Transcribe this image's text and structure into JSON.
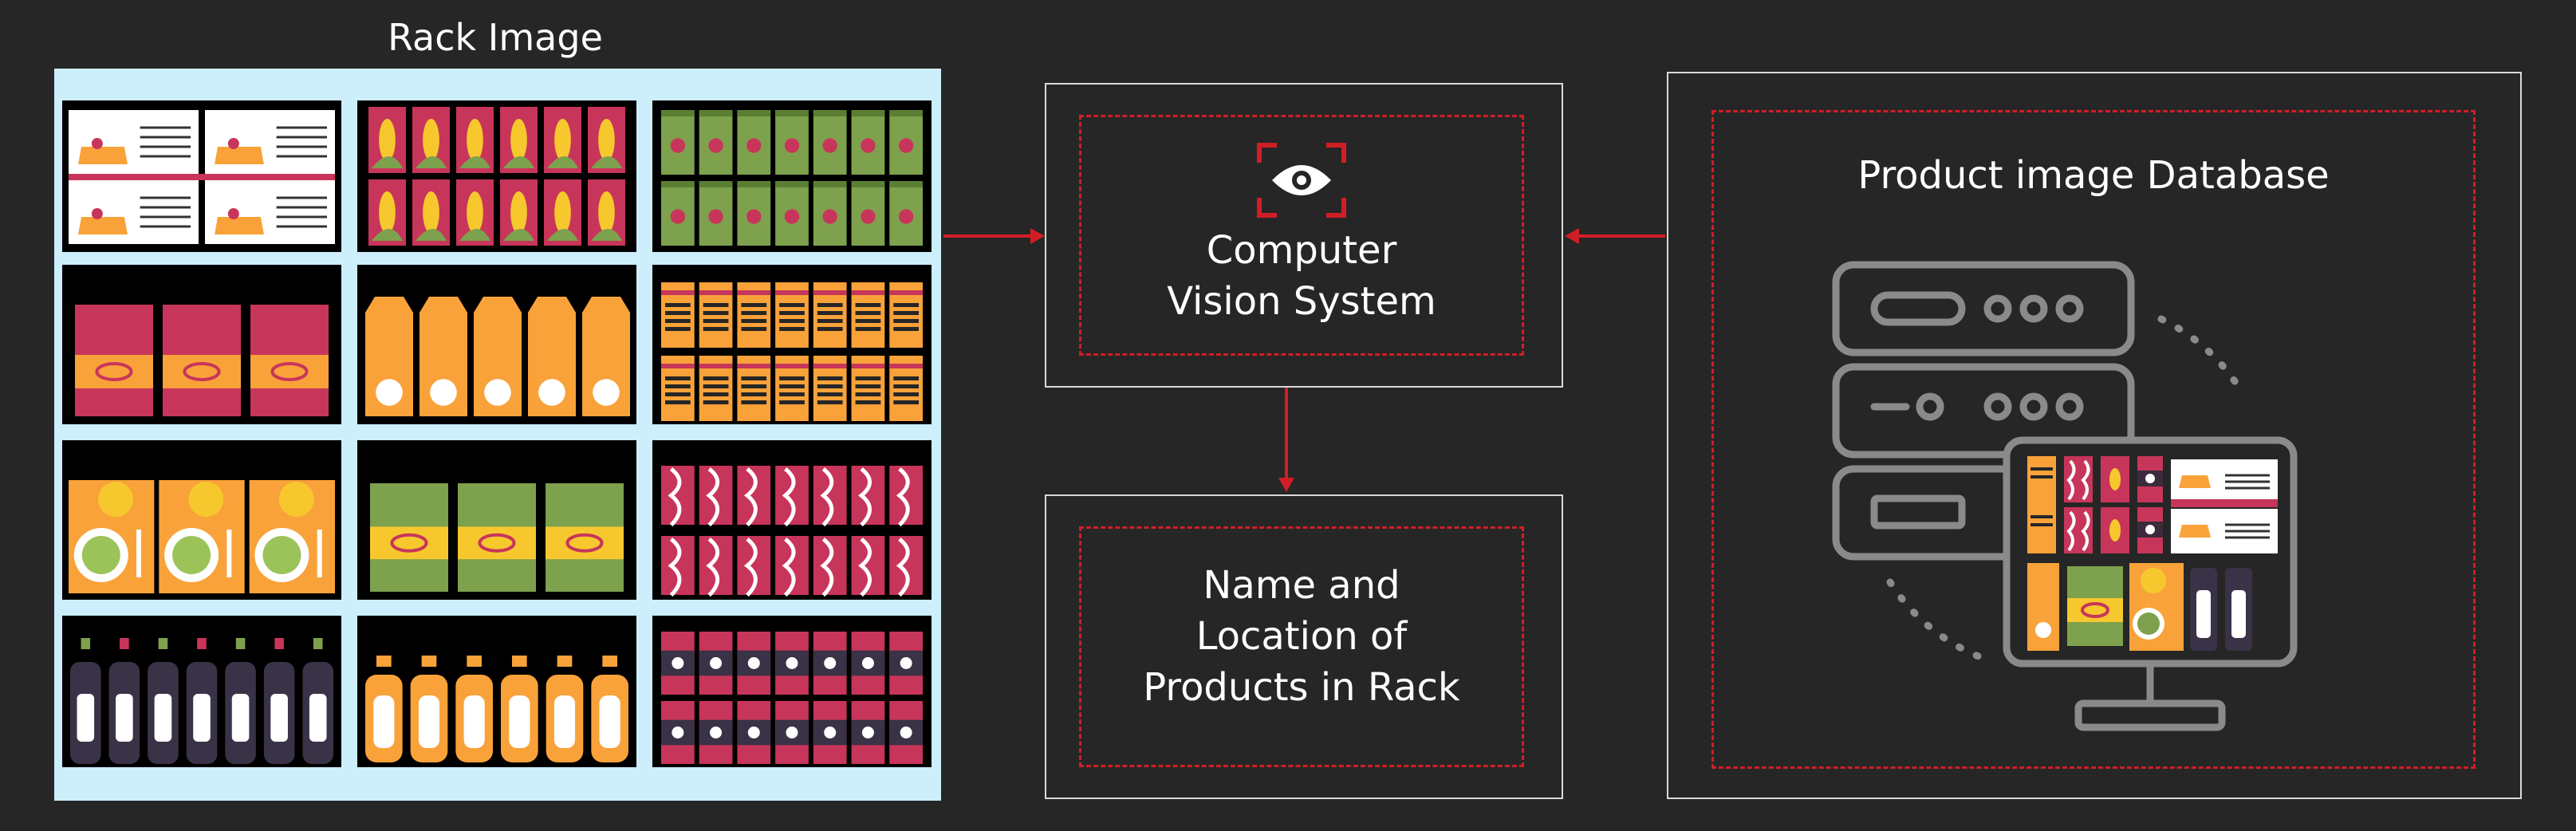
{
  "diagram": {
    "rack_title": "Rack Image",
    "cv_label": [
      "Computer",
      "Vision System"
    ],
    "output_label": [
      "Name and",
      "Location of",
      "Products in Rack"
    ],
    "database_title": "Product image Database"
  },
  "colors": {
    "background": "#262626",
    "rack_frame": "#cdeefb",
    "accent_red": "#d11e26",
    "panel_border": "#d9d9d9",
    "icon_gray": "#8a8a8a"
  },
  "icons": {
    "vision": "eye-focus-icon",
    "database": "server-monitor-icon"
  },
  "shelf_products": [
    [
      "cake-box",
      "corn-can",
      "green-carton"
    ],
    [
      "red-snack-bag",
      "orange-carton",
      "striped-orange-box"
    ],
    [
      "salad-box",
      "green-snack-bag",
      "wave-red-box"
    ],
    [
      "dark-bottle",
      "orange-bottle",
      "dot-pink-box"
    ]
  ]
}
